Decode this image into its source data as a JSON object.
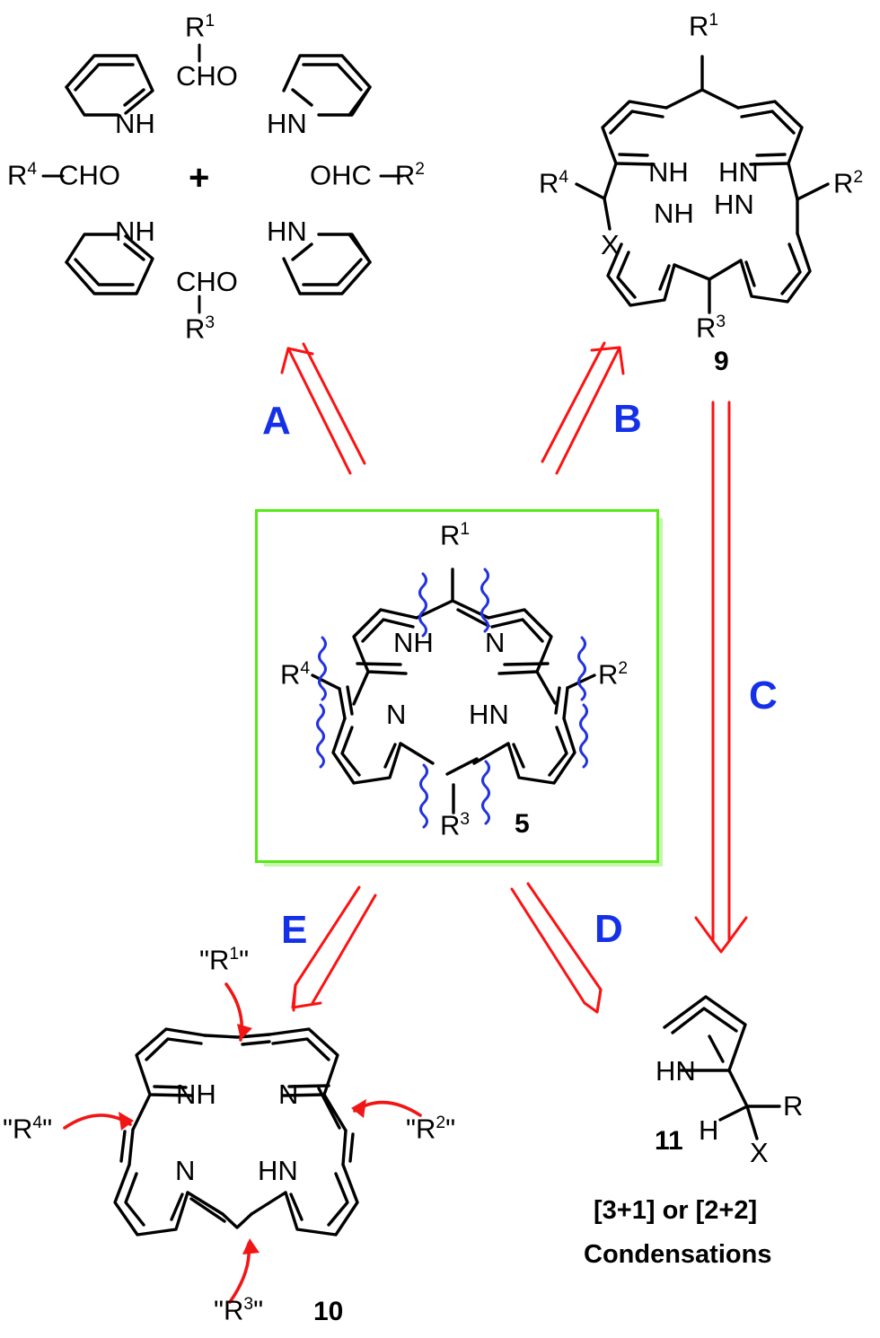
{
  "scheme": {
    "title": "Retrosynthetic scheme for porphyrin synthesis",
    "colors": {
      "arrow_red": "#fc1212",
      "route_blue": "#1531e8",
      "squiggle_blue": "#2233dd",
      "box_green": "#55ea15",
      "box_shadow_green": "#c6f7ae",
      "bond_black": "#000000"
    }
  },
  "reactants": {
    "pyrrole_nh_top_left": "NH",
    "pyrrole_hn_top_right": "HN",
    "pyrrole_nh_bottom_left": "NH",
    "pyrrole_hn_bottom_right": "HN",
    "aldehyde_top": {
      "r": "R",
      "r_sup": "1",
      "cho": "CHO"
    },
    "aldehyde_left": {
      "r": "R",
      "r_sup": "4",
      "text": "CHO"
    },
    "aldehyde_right": {
      "text": "OHC",
      "r": "R",
      "r_sup": "2"
    },
    "aldehyde_bottom": {
      "cho": "CHO",
      "r": "R",
      "r_sup": "3"
    },
    "plus_sign": "+"
  },
  "compound_9": {
    "number": "9",
    "substituents": [
      {
        "r": "R",
        "sup": "1",
        "position": "top"
      },
      {
        "r": "R",
        "sup": "2",
        "position": "right"
      },
      {
        "r": "R",
        "sup": "3",
        "position": "bottom"
      },
      {
        "r": "R",
        "sup": "4",
        "position": "left"
      }
    ],
    "leaving_group": "X",
    "nh_labels": [
      "NH",
      "HN",
      "NH",
      "HN"
    ]
  },
  "compound_5": {
    "number": "5",
    "substituents": [
      {
        "r": "R",
        "sup": "1",
        "position": "top"
      },
      {
        "r": "R",
        "sup": "2",
        "position": "right"
      },
      {
        "r": "R",
        "sup": "3",
        "position": "bottom"
      },
      {
        "r": "R",
        "sup": "4",
        "position": "left"
      }
    ],
    "ring_labels": [
      "NH",
      "N",
      "N",
      "HN"
    ],
    "boxed": true
  },
  "compound_10": {
    "number": "10",
    "ring_labels": [
      "NH",
      "N",
      "N",
      "HN"
    ],
    "annotations": [
      {
        "text": "\"R",
        "sup": "1",
        "close": "\"",
        "position": "top"
      },
      {
        "text": "\"R",
        "sup": "2",
        "close": "\"",
        "position": "right"
      },
      {
        "text": "\"R",
        "sup": "3",
        "close": "\"",
        "position": "bottom"
      },
      {
        "text": "\"R",
        "sup": "4",
        "close": "\"",
        "position": "left"
      }
    ]
  },
  "compound_11": {
    "number": "11",
    "ring_label": "HN",
    "h_label": "H",
    "r_label": "R",
    "x_label": "X"
  },
  "routes": [
    {
      "id": "A",
      "label": "A",
      "direction": "up-left",
      "from": "compound_5",
      "to": "reactants"
    },
    {
      "id": "B",
      "label": "B",
      "direction": "up-right",
      "from": "compound_5",
      "to": "compound_9"
    },
    {
      "id": "C",
      "label": "C",
      "direction": "down",
      "from": "compound_9",
      "to": "compound_11"
    },
    {
      "id": "D",
      "label": "D",
      "direction": "down-right",
      "from": "compound_5",
      "to": "compound_11"
    },
    {
      "id": "E",
      "label": "E",
      "direction": "down-left",
      "from": "compound_5",
      "to": "compound_10"
    }
  ],
  "footer": {
    "line1": "[3+1] or [2+2]",
    "line2": "Condensations"
  }
}
